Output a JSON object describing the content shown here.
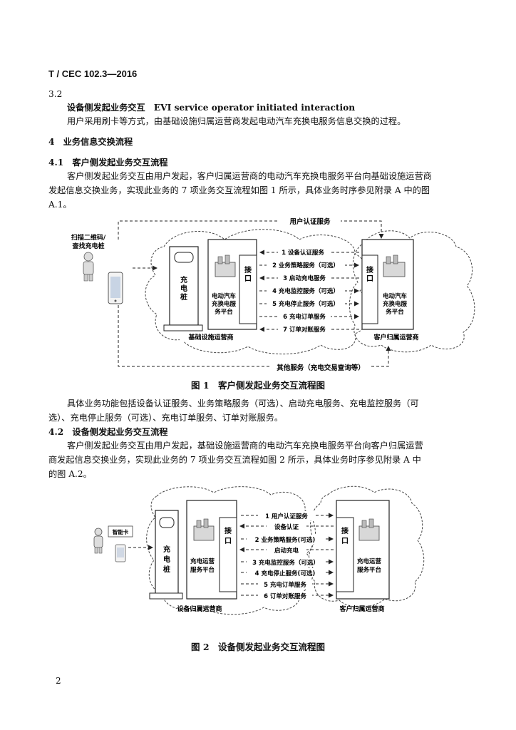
{
  "header": {
    "doc_id": "T / CEC 102.3—2016"
  },
  "s32": {
    "number": "3.2",
    "term": "设备侧发起业务交互",
    "term_en": "EVI service operator initiated interaction",
    "def": "用户采用刷卡等方式，由基础设施归属运营商发起电动汽车充换电服务信息交换的过程。"
  },
  "s4": {
    "heading": "4　业务信息交换流程"
  },
  "s41": {
    "heading": "4.1　客户侧发起业务交互流程",
    "p1": "客户侧发起业务交互由用户发起，客户归属运营商的电动汽车充换电服务平台向基础设施运营商",
    "p2": "发起信息交换业务，实现此业务的 7 项业务交互流程如图 1 所示，具体业务时序参见附录 A 中的图",
    "p3": "A.1。"
  },
  "fig1": {
    "caption": "图 1　客户侧发起业务交互流程图",
    "top_service": "用户认证服务",
    "bottom_service": "其他服务（充电交易查询等）",
    "user_label_1": "扫描二维码/",
    "user_label_2": "查找充电桩",
    "charger": [
      "充",
      "电",
      "桩"
    ],
    "left_platform": [
      "电动汽车",
      "充换电服",
      "务平台"
    ],
    "right_platform": [
      "电动汽车",
      "充换电服",
      "务平台"
    ],
    "interface": [
      "接",
      "口"
    ],
    "left_region": "基础设施运营商",
    "right_region": "客户归属运营商",
    "services": [
      "1 设备认证服务",
      "2 业务策略服务（可选）",
      "3 启动充电服务",
      "4 充电监控服务（可选）",
      "5 充电停止服务（可选）",
      "6 充电订单服务",
      "7 订单对账服务"
    ]
  },
  "after_fig1": {
    "p1": "具体业务功能包括设备认证服务、业务策略服务（可选）、启动充电服务、充电监控服务（可",
    "p2": "选）、充电停止服务（可选）、充电订单服务、订单对账服务。"
  },
  "s42": {
    "heading": "4.2　设备侧发起业务交互流程",
    "p1": "客户侧发起业务交互由用户发起，基础设施运营商的电动汽车充换电服务平台向客户归属运营",
    "p2": "商发起信息交换业务，实现此业务的 7 项业务交互流程如图 2 所示，具体业务时序参见附录 A 中",
    "p3": "的图 A.2。"
  },
  "fig2": {
    "caption": "图 2　设备侧发起业务交互流程图",
    "card_label": "智能卡",
    "charger": [
      "充",
      "电",
      "桩"
    ],
    "left_platform": [
      "充电运营",
      "服务平台"
    ],
    "right_platform": [
      "充电运营",
      "服务平台"
    ],
    "interface": [
      "接",
      "口"
    ],
    "left_region": "设备归属运营商",
    "right_region": "客户归属运营商",
    "services": [
      "1 用户认证服务",
      "设备认证",
      "2 业务策略服务(可选)",
      "启动充电",
      "3 充电监控服务（可选）",
      "4 充电停止服务(可选)",
      "5 充电订单服务",
      "6 订单对账服务"
    ]
  },
  "footer": {
    "page_number": "2"
  }
}
